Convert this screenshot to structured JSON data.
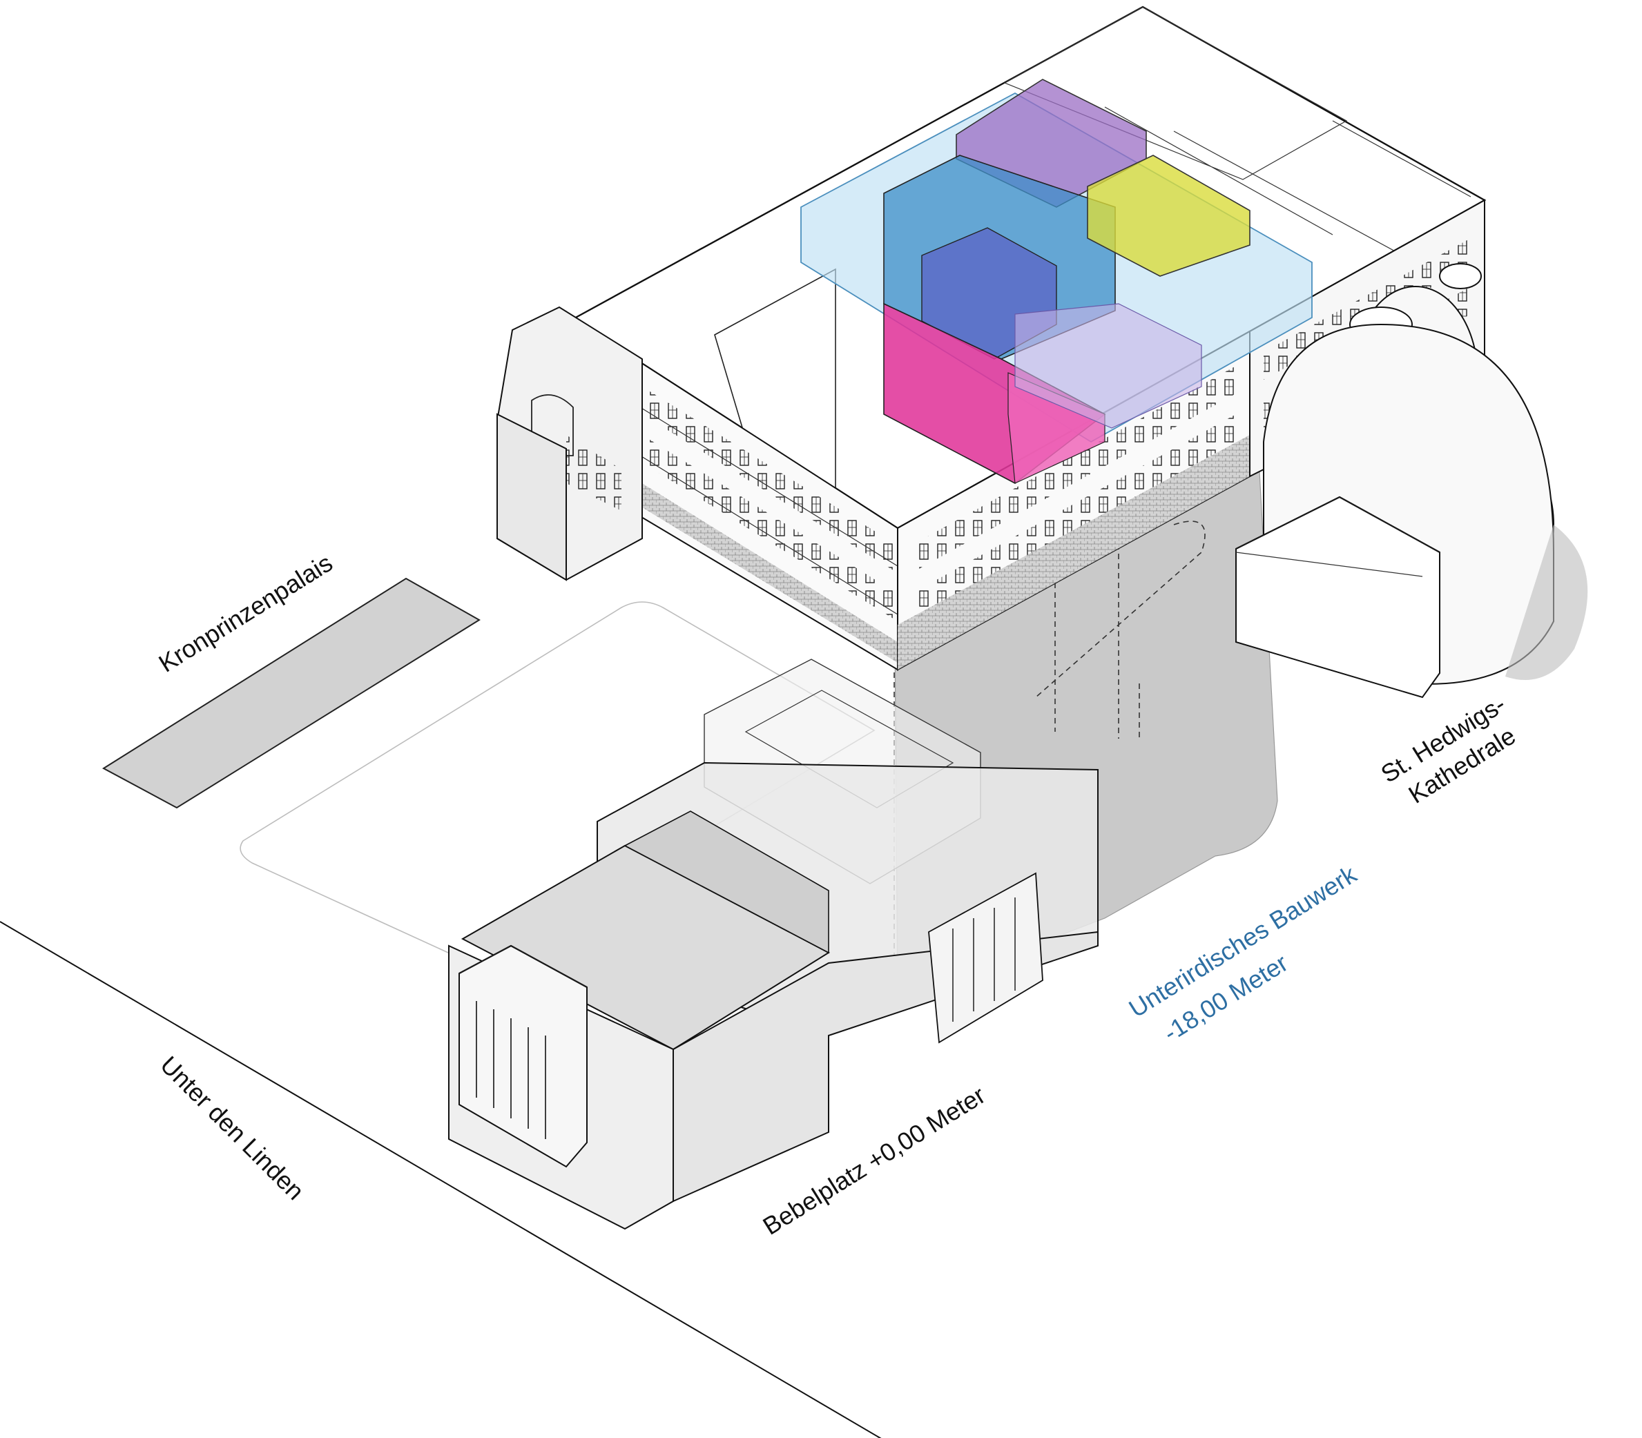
{
  "labels": {
    "kronprinzenpalais": "Kronprinzenpalais",
    "unter_den_linden": "Unter den Linden",
    "bebelplatz": "Bebelplatz +0,00 Meter",
    "underground_line1": "Unterirdisches Bauwerk",
    "underground_line2": "-18,00 Meter",
    "cathedral_line1": "St. Hedwigs-",
    "cathedral_line2": "Kathedrale"
  },
  "colors": {
    "label_blue": "#2e6fa3",
    "magenta": "#e0359a",
    "purple": "#9b6ec4",
    "blue": "#3d8fc8",
    "yellow": "#d9dc3c",
    "light_blue": "#bfe0f5",
    "ground_shadow": "#c9c9c9"
  }
}
